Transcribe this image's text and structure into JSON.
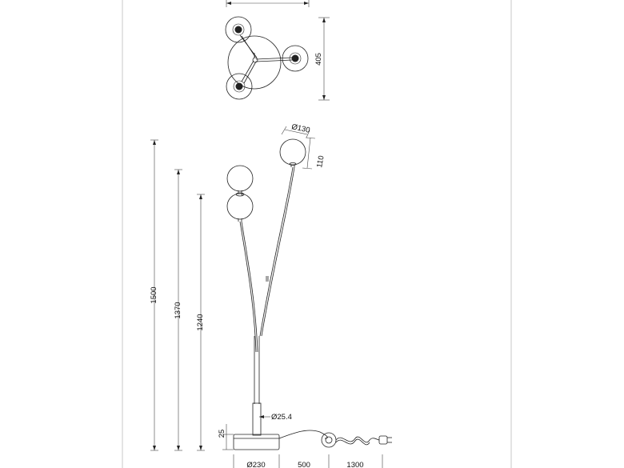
{
  "dimensions": {
    "top_view_depth": "405",
    "shade_diameter": "Ø130",
    "shade_height": "110",
    "height_overall": "1500",
    "height_middle": "1370",
    "height_low": "1240",
    "pole_diameter": "Ø25.4",
    "base_height": "25",
    "base_diameter": "Ø230",
    "width_reach": "500",
    "cable_length": "1300"
  },
  "colors": {
    "line": "#222222",
    "frame": "#bbbbbb",
    "background": "#ffffff"
  }
}
